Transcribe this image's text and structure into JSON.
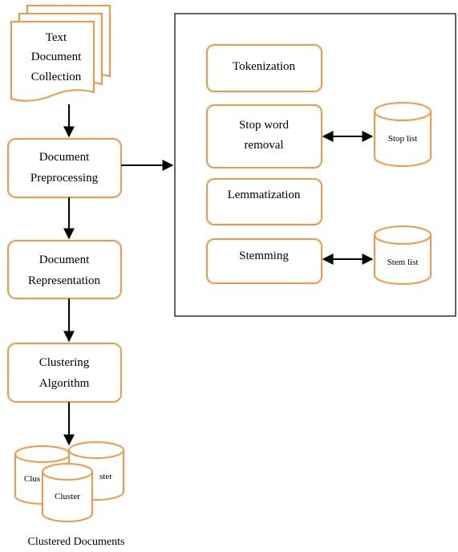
{
  "colors": {
    "box_stroke": "#F79646",
    "line": "#000000",
    "frame": "#000000"
  },
  "left_flow": {
    "doc_collection": [
      "Text",
      "Document",
      "Collection"
    ],
    "preprocessing": [
      "Document",
      "Preprocessing"
    ],
    "representation": [
      "Document",
      "Representation"
    ],
    "clustering": [
      "Clustering",
      "Algorithm"
    ],
    "cluster_labels": [
      "Cluster",
      "Cluster",
      "Cluster"
    ],
    "cluster_back_left_partial": "Clus",
    "cluster_back_right_partial": "ster",
    "caption": "Clustered Documents"
  },
  "preprocessing_steps": {
    "tokenization": "Tokenization",
    "stop_word": [
      "Stop word",
      "removal"
    ],
    "lemmatization": "Lemmatization",
    "stemming": "Stemming",
    "stop_list": "Stop list",
    "stem_list": "Stem list"
  }
}
